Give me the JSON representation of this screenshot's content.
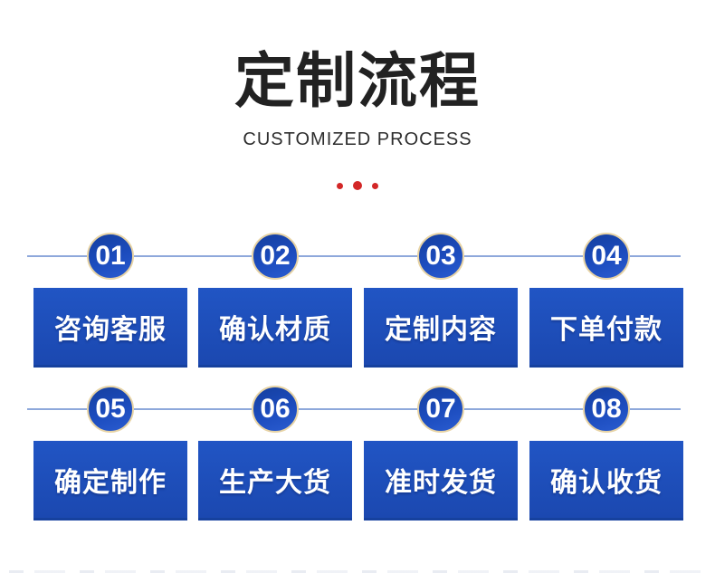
{
  "header": {
    "title": "定制流程",
    "subtitle": "CUSTOMIZED PROCESS"
  },
  "colors": {
    "title_black": "#222222",
    "subtitle_gray": "#2e2e2e",
    "dot_red": "#d32727",
    "line_blue": "#8ea8db",
    "circle_blue": "#1c4cbe",
    "circle_blue_dark": "#153f9f",
    "circle_blue_light": "#2a5cd0",
    "circle_ring": "#e7d3a4",
    "box_blue": "#2155c4",
    "box_blue_dark": "#1b48b0",
    "box_border_dark": "#16419e",
    "text_white": "#ffffff",
    "page_bg": "#ffffff"
  },
  "rows": [
    {
      "steps": [
        {
          "number": "01",
          "label": "咨询客服"
        },
        {
          "number": "02",
          "label": "确认材质"
        },
        {
          "number": "03",
          "label": "定制内容"
        },
        {
          "number": "04",
          "label": "下单付款"
        }
      ]
    },
    {
      "steps": [
        {
          "number": "05",
          "label": "确定制作"
        },
        {
          "number": "06",
          "label": "生产大货"
        },
        {
          "number": "07",
          "label": "准时发货"
        },
        {
          "number": "08",
          "label": "确认收货"
        }
      ]
    }
  ]
}
